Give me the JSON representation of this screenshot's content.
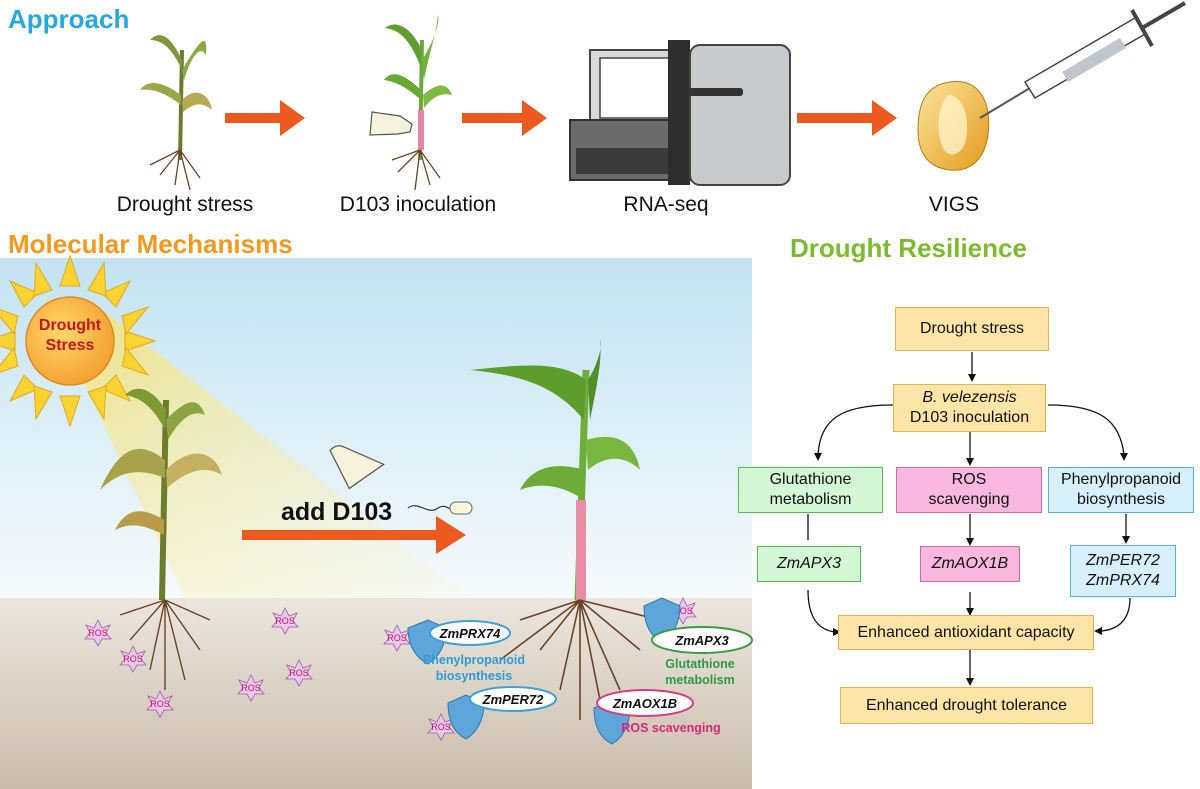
{
  "approach": {
    "title": "Approach",
    "steps": [
      "Drought stress",
      "D103 inoculation",
      "RNA-seq",
      "VIGS"
    ]
  },
  "mechanisms": {
    "title": "Molecular Mechanisms",
    "sun_line1": "Drought",
    "sun_line2": "Stress",
    "add_label": "add D103",
    "ros_label": "ROS",
    "genes": [
      {
        "name": "ZmPRX74",
        "pathway_line1": "Phenylpropanoid",
        "pathway_line2": "biosynthesis"
      },
      {
        "name": "ZmAPX3",
        "pathway_line1": "Glutathione",
        "pathway_line2": "metabolism"
      },
      {
        "name": "ZmPER72"
      },
      {
        "name": "ZmAOX1B",
        "pathway_line1": "ROS scavenging"
      }
    ]
  },
  "resilience": {
    "title": "Drought Resilience",
    "flow": {
      "stress": "Drought stress",
      "inoc_line1": "B. velezensis",
      "inoc_line2": "D103 inoculation",
      "path_glut_1": "Glutathione",
      "path_glut_2": "metabolism",
      "path_ros_1": "ROS",
      "path_ros_2": "scavenging",
      "path_phen_1": "Phenylpropanoid",
      "path_phen_2": "biosynthesis",
      "gene_apx": "ZmAPX3",
      "gene_aox": "ZmAOX1B",
      "gene_per": "ZmPER72",
      "gene_prx": "ZmPRX74",
      "antioxidant": "Enhanced antioxidant capacity",
      "tolerance": "Enhanced drought tolerance"
    }
  },
  "colors": {
    "approach_title": "#29a8e0",
    "mechanisms_title": "#f39a1e",
    "resilience_title": "#7dbb2e",
    "arrow": "#ec5a1f"
  }
}
